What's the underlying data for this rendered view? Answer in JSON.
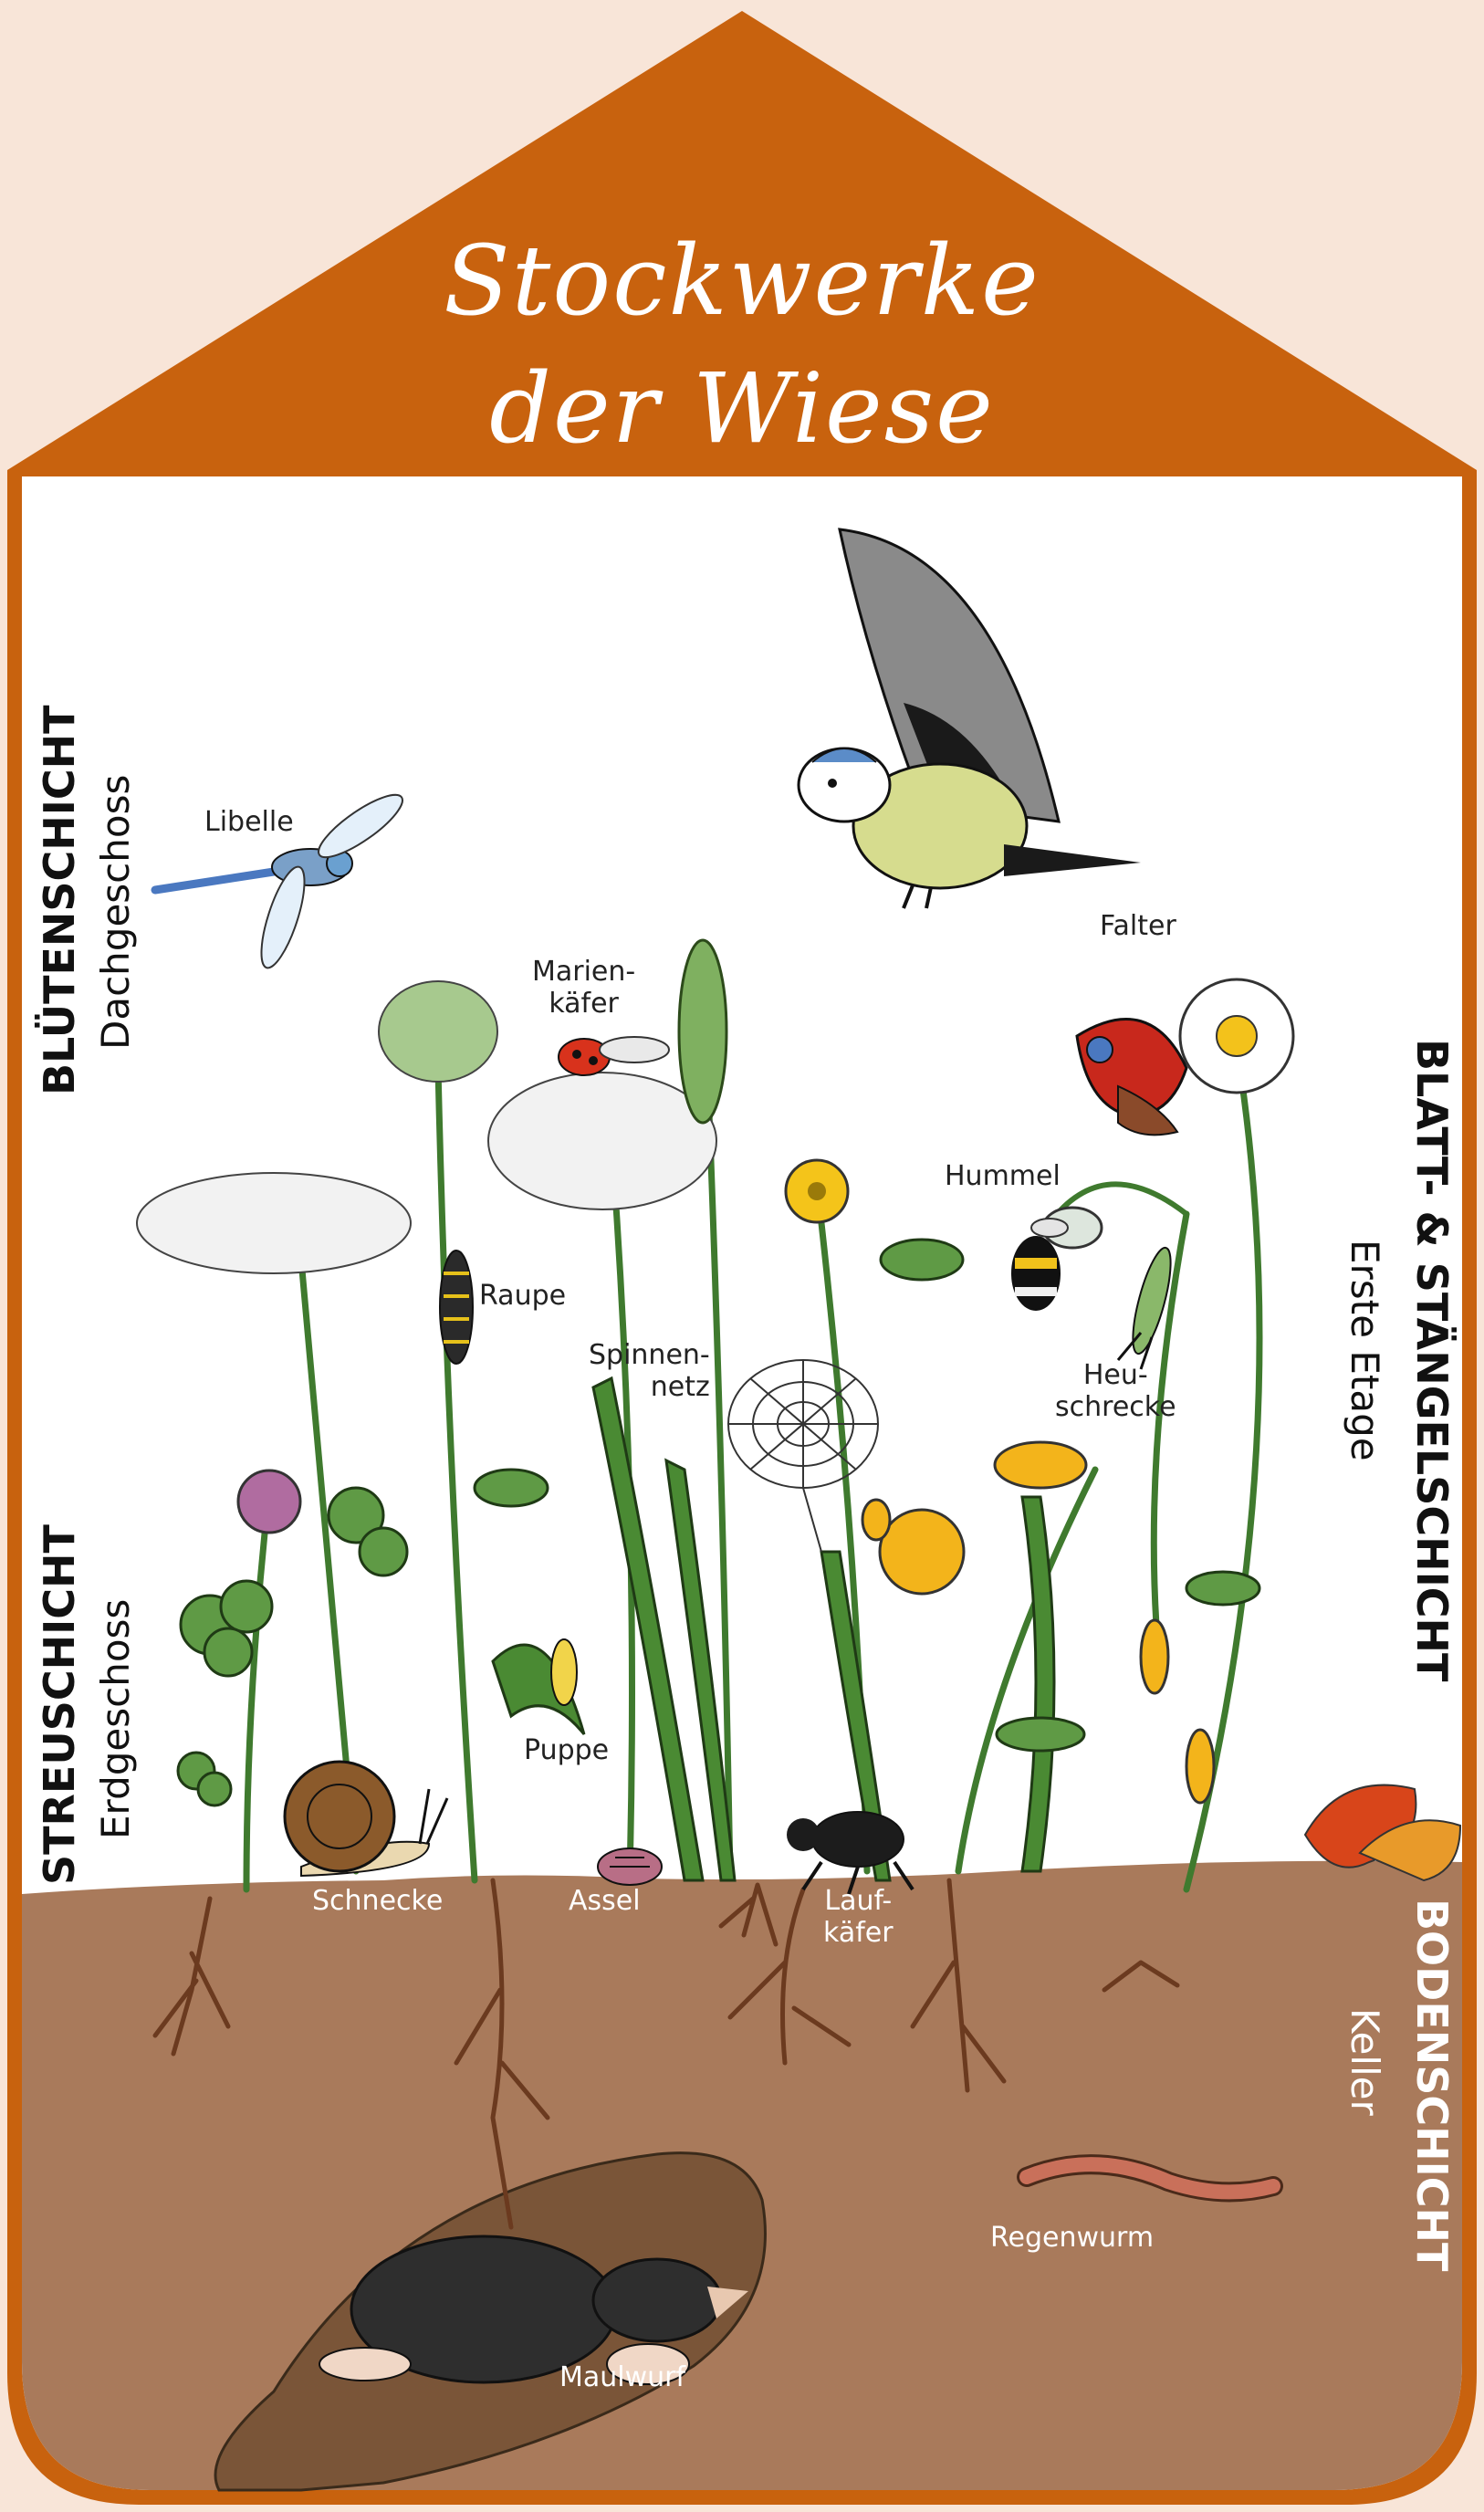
{
  "title": {
    "line1": "Stockwerke",
    "line2": "der Wiese"
  },
  "layers": {
    "bluetenschicht": {
      "name": "BLÜTENSCHICHT",
      "floor": "Dachgeschoss"
    },
    "streuschicht": {
      "name": "STREUSCHICHT",
      "floor": "Erdgeschoss"
    },
    "blatt_staengel": {
      "name": "BLATT- & STÄNGELSCHICHT",
      "floor": "Erste Etage"
    },
    "bodenschicht": {
      "name": "BODENSCHICHT",
      "floor": "Keller"
    }
  },
  "animals": {
    "libelle": "Libelle",
    "marienkaefer_1": "Marien-",
    "marienkaefer_2": "käfer",
    "falter": "Falter",
    "hummel": "Hummel",
    "raupe": "Raupe",
    "spinnennetz_1": "Spinnen-",
    "spinnennetz_2": "netz",
    "heuschrecke_1": "Heu-",
    "heuschrecke_2": "schrecke",
    "puppe": "Puppe",
    "schnecke": "Schnecke",
    "assel": "Assel",
    "laufkaefer_1": "Lauf-",
    "laufkaefer_2": "käfer",
    "regenwurm": "Regenwurm",
    "maulwurf": "Maulwurf"
  },
  "colors": {
    "frame": "#c8620e",
    "page_bg": "#f8e5d8",
    "soil": "#a97a5b",
    "tunnel": "#7a5538",
    "meadow_bg": "#ffffff"
  }
}
